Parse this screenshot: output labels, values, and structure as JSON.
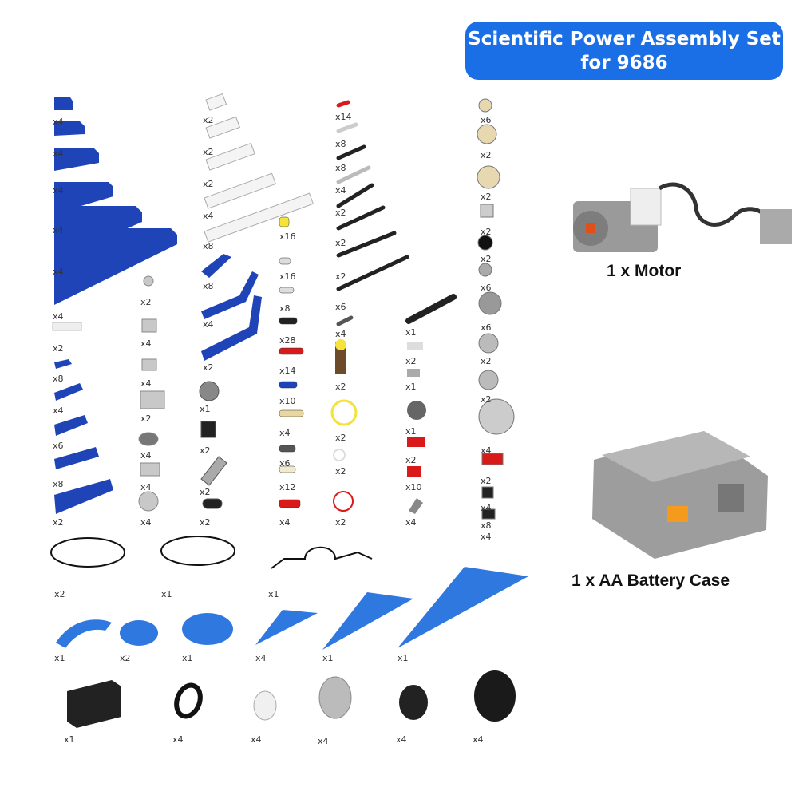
{
  "title": {
    "line1": "Scientific Power Assembly Set",
    "line2": "for 9686"
  },
  "colors": {
    "badge": "#1a6fe6",
    "blue_part": "#1f44b8",
    "panel_blue": "#2f78e0",
    "black_part": "#222222",
    "gray_part": "#9a9a9a",
    "red_part": "#d81a1a"
  },
  "col1_beams": [
    "x4",
    "x4",
    "x4",
    "x4",
    "x4",
    "x4"
  ],
  "col1_small": [
    "x2",
    "x8",
    "x4",
    "x6",
    "x8",
    "x2"
  ],
  "col2_small": [
    "x2",
    "x4",
    "x4",
    "x2",
    "x4",
    "x4",
    "x4"
  ],
  "col3_white": [
    "x2",
    "x2",
    "x2",
    "x4",
    "x8"
  ],
  "col3_blue": [
    "x8",
    "x4",
    "x2"
  ],
  "col3_small": [
    "x1",
    "x2",
    "x2",
    "x2"
  ],
  "col4_pins": [
    "x16",
    "x16",
    "x8",
    "x28",
    "x14",
    "x10",
    "x4",
    "x6",
    "x12",
    "x4"
  ],
  "col5_axles": [
    "x14",
    "x8",
    "x8",
    "x4",
    "x2",
    "x2",
    "x2",
    "x6",
    "x4"
  ],
  "col5_small": [
    "x2",
    "x2",
    "x2",
    "x2"
  ],
  "col6_small": [
    "x1",
    "x2",
    "x1",
    "x1",
    "x2",
    "x10",
    "x4"
  ],
  "col7_gears": [
    "x6",
    "x2",
    "x2",
    "x2",
    "x2",
    "x6",
    "x6",
    "x2",
    "x2",
    "x4",
    "x2",
    "x4",
    "x8",
    "x4"
  ],
  "cables": [
    "x2",
    "x1",
    "x1"
  ],
  "panels": [
    "x1",
    "x2",
    "x1",
    "x4",
    "x1",
    "x1"
  ],
  "wheels": [
    "x1",
    "x4",
    "x4",
    "x4",
    "x4",
    "x4"
  ],
  "motor_caption": "1 x Motor",
  "battery_caption": "1 x AA Battery Case"
}
